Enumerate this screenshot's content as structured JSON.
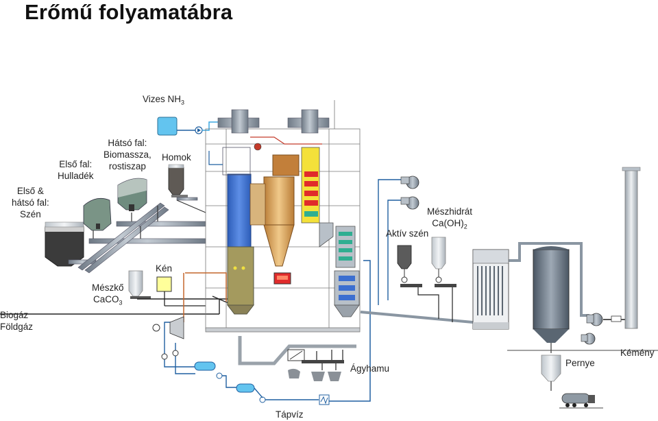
{
  "title": "Erőmű folyamatábra",
  "labels": {
    "vizes_nh3": {
      "text": "Vizes NH",
      "sub": "3"
    },
    "hatso_fal": [
      "Hátsó fal:",
      "Biomassza,",
      "rostiszap"
    ],
    "homok": "Homok",
    "elso_fal": [
      "Első fal:",
      "Hulladék"
    ],
    "elso_hatso_fal": [
      "Első &",
      "hátsó fal:",
      "Szén"
    ],
    "ken": "Kén",
    "meszko": {
      "line1": "Mészkő",
      "line2": "CaCO",
      "sub": "3"
    },
    "biogaz": [
      "Biogáz",
      "Földgáz"
    ],
    "aktiv_szen": "Aktív szén",
    "meszhidrat": {
      "line1": "Mészhidrát",
      "line2": "Ca(OH)",
      "sub": "2"
    },
    "agyhamu": "Ágyhamu",
    "tapviz": "Tápvíz",
    "pernye": "Pernye",
    "kemeny": "Kémény"
  },
  "colors": {
    "steel": "#8c96a0",
    "silo_dark": "#3a3a3a",
    "silo_green": "#6d8a7c",
    "boiler_blue": "#3c6fd0",
    "boiler_olive": "#a39a5f",
    "cyclone": "#d9a460",
    "water_blue": "#6cc7ef",
    "pipe_blue": "#1f5fa0",
    "pipe_red": "#c43a2a",
    "yellow": "#f4e13a",
    "red": "#e02b2b",
    "teal": "#2fae91"
  }
}
